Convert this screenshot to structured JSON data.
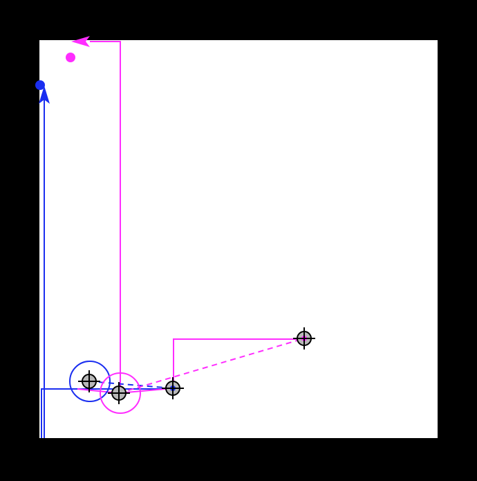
{
  "colors": {
    "background": "#000000",
    "canvas": "#ffffff",
    "blue": "#1a2ef0",
    "magenta": "#ff2dff",
    "marker_fill": "#b8b8b8",
    "crosshair": "#000000"
  },
  "markers": [
    {
      "name": "marker-left-blue-ring",
      "ring_color": "blue"
    },
    {
      "name": "marker-mid-magenta-ring",
      "ring_color": "magenta"
    },
    {
      "name": "marker-center-blue-dot",
      "dot_color": "blue"
    },
    {
      "name": "marker-right-magenta-dot",
      "dot_color": "magenta"
    }
  ],
  "endpoints": [
    {
      "name": "magenta-end-dot",
      "color": "magenta"
    },
    {
      "name": "blue-end-dot",
      "color": "blue"
    }
  ]
}
